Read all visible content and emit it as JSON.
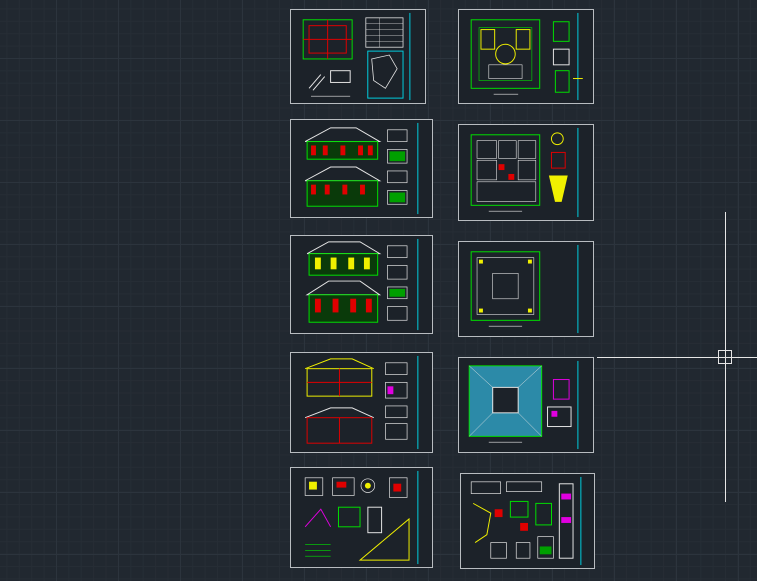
{
  "app": {
    "title": "",
    "view": "model-space"
  },
  "colors": {
    "background": "#212830",
    "frame": "#b8bcc0",
    "green": "#00e000",
    "yellow": "#f0f000",
    "red": "#e00000",
    "cyan": "#00d0e0",
    "magenta": "#e000e0",
    "white": "#e6e6e6"
  },
  "drawing_sheets": [
    {
      "id": "sheet-1",
      "kind": "site-plan-with-table"
    },
    {
      "id": "sheet-2",
      "kind": "floor-plan-courtyard"
    },
    {
      "id": "sheet-3",
      "kind": "elevation-pair"
    },
    {
      "id": "sheet-4",
      "kind": "floor-plan-second"
    },
    {
      "id": "sheet-5",
      "kind": "elevation-pair"
    },
    {
      "id": "sheet-6",
      "kind": "floor-plan-third"
    },
    {
      "id": "sheet-7",
      "kind": "section-pair"
    },
    {
      "id": "sheet-8",
      "kind": "roof-plan"
    },
    {
      "id": "sheet-9",
      "kind": "details"
    },
    {
      "id": "sheet-10",
      "kind": "details"
    }
  ],
  "cursor": {
    "icon": "crosshair-cursor-icon"
  }
}
